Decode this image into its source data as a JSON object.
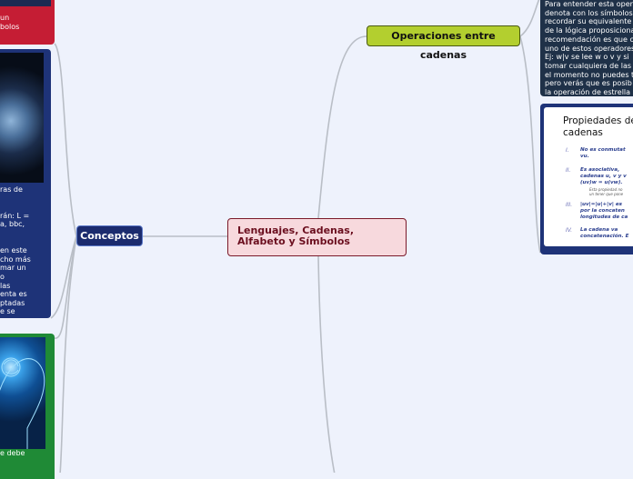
{
  "central": {
    "label": "Lenguajes, Cadenas, Alfabeto y Símbolos"
  },
  "branches": {
    "conceptos": "Conceptos",
    "operaciones": "Operaciones entre cadenas"
  },
  "left_cards": {
    "red_text": "un\nbolos",
    "blue_text": "ras de\n\n\nrán: L =\na, bbc,\n\n\nen este\ncho más\nmar un\no\nlas\nenta es\nptadas\ne se",
    "green_text": "e debe"
  },
  "right_cards": {
    "note_text": "Para entender esta oper\ndenota con los símbolos\nrecordar su equivalente\nde la lógica proposiciona\nrecomendación es que c\nuno de estos operadores\nEj: w|v se lee w o v y si\ntomar cualquiera de las\nel momento no puedes t\npero verás que es posib\nla operación de estrella",
    "doc": {
      "title": "Propiedades de\ncadenas",
      "items": [
        {
          "num": "I.",
          "text": "No es conmutat\nvu."
        },
        {
          "num": "II.",
          "text": "Es asociativa,\ncadenas u, v y v\n(uv)w = u(vw)."
        },
        {
          "num": "III.",
          "text": "|uv|=|u|+|v| es\npor la concaten\nlongitudes de ca"
        },
        {
          "num": "IV.",
          "text": "La cadena va\nconcatenación. E"
        }
      ],
      "subnote": "Esta propiedad no\nun tener que pone"
    }
  },
  "colors": {
    "background": "#eef2fc",
    "central_fill": "#f7d9dd",
    "central_border": "#7a1a2a",
    "conceptos_fill": "#1b2b6e",
    "operaciones_fill": "#b3cf2f",
    "connector": "#b9bec6"
  }
}
